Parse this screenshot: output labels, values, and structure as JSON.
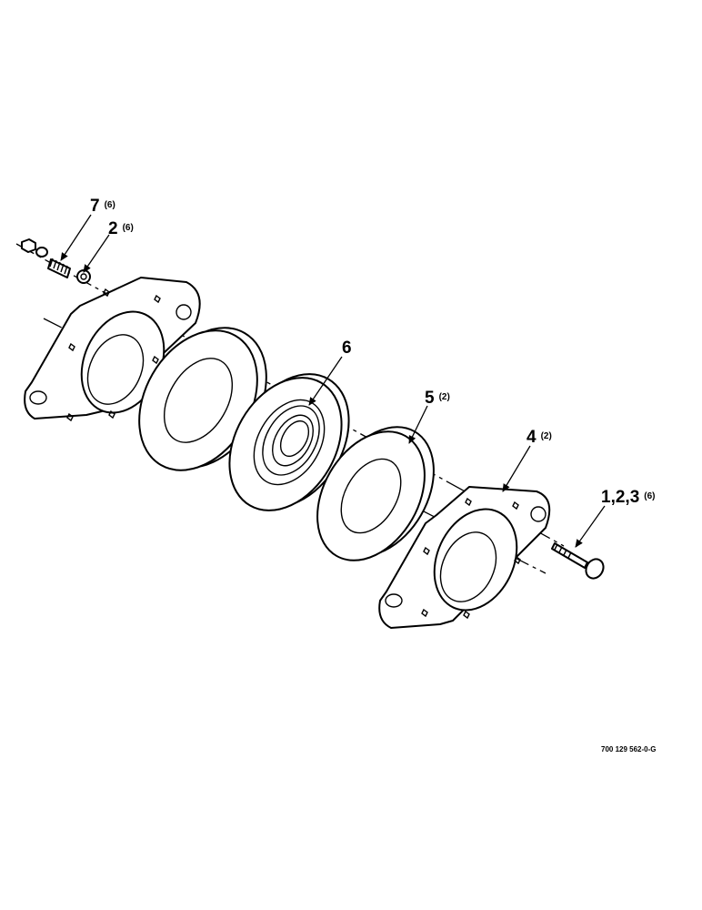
{
  "callouts": [
    {
      "id": "c7",
      "number": "7",
      "qty": "(6)"
    },
    {
      "id": "c2",
      "number": "2",
      "qty": "(6)"
    },
    {
      "id": "c6",
      "number": "6",
      "qty": ""
    },
    {
      "id": "c5",
      "number": "5",
      "qty": "(2)"
    },
    {
      "id": "c4",
      "number": "4",
      "qty": "(2)"
    },
    {
      "id": "c123",
      "number": "1,2,3",
      "qty": "(6)"
    }
  ],
  "reference_code": "700 129 562-0-G"
}
